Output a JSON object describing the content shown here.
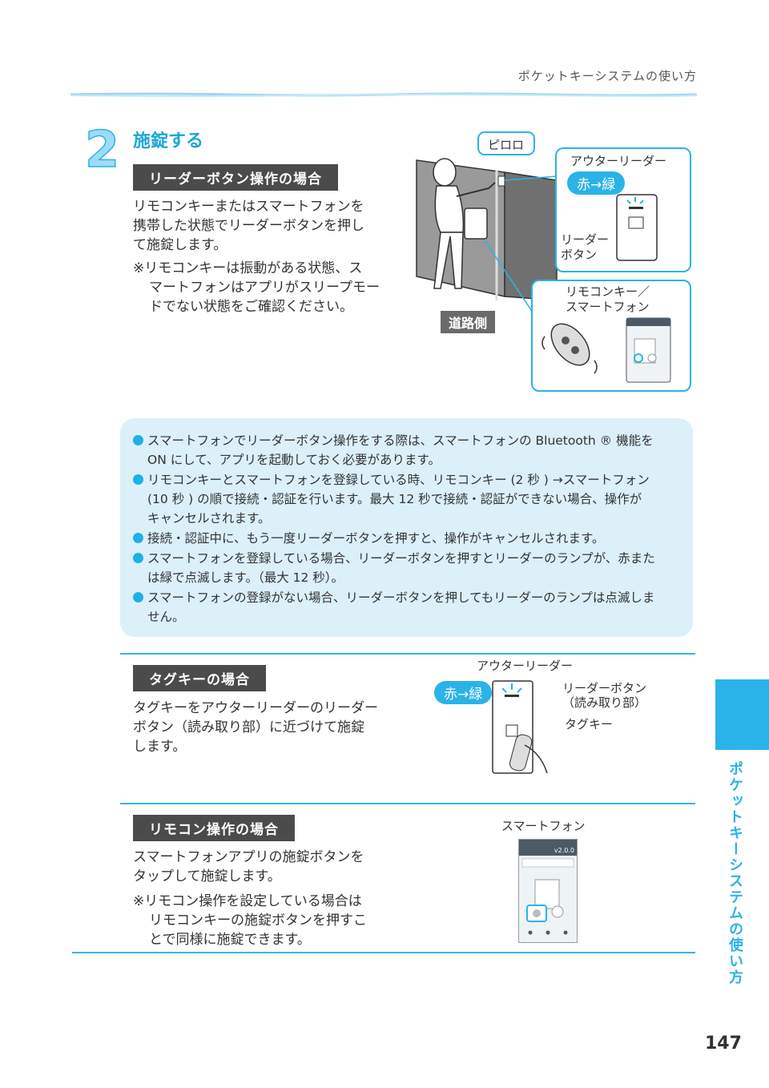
{
  "header": {
    "title": "ポケットキーシステムの使い方"
  },
  "step": {
    "number": "2",
    "title": "施錠する"
  },
  "section_reader": {
    "label": "リーダーボタン操作の場合",
    "body": [
      "リモコンキーまたはスマートフォンを",
      "携帯した状態でリーダーボタンを押し",
      "て施錠します。"
    ],
    "note": [
      "※リモコンキーは振動がある状態、ス",
      "マートフォンはアプリがスリープモー",
      "ドでない状態をご確認ください。"
    ]
  },
  "figure_top": {
    "sound": "ピロロ",
    "outer_reader": "アウターリーダー",
    "color_change": "赤→緑",
    "reader_button": [
      "リーダー",
      "ボタン"
    ],
    "remote_phone": [
      "リモコンキー／",
      "スマートフォン"
    ],
    "road_side": "道路側"
  },
  "info": {
    "items": [
      [
        "スマートフォンでリーダーボタン操作をする際は、スマートフォンの Bluetooth ® 機能を",
        "ON にして、アプリを起動しておく必要があります。"
      ],
      [
        "リモコンキーとスマートフォンを登録している時、リモコンキー (2 秒 ) →スマートフォン",
        "(10 秒 ) の順で接続・認証を行います。最大 12 秒で接続・認証ができない場合、操作が",
        "キャンセルされます。"
      ],
      [
        "接続・認証中に、もう一度リーダーボタンを押すと、操作がキャンセルされます。"
      ],
      [
        "スマートフォンを登録している場合、リーダーボタンを押すとリーダーのランプが、赤また",
        "は緑で点滅します。（最大 12 秒）。"
      ],
      [
        "スマートフォンの登録がない場合、リーダーボタンを押してもリーダーのランプは点滅しま",
        "せん。"
      ]
    ]
  },
  "section_tag": {
    "label": "タグキーの場合",
    "body": [
      "タグキーをアウターリーダーのリーダー",
      "ボタン（読み取り部）に近づけて施錠",
      "します。"
    ],
    "fig_outer_reader": "アウターリーダー",
    "fig_color_change": "赤→緑",
    "fig_reader_button": [
      "リーダーボタン",
      "（読み取り部）"
    ],
    "fig_tag_key": "タグキー"
  },
  "section_remote": {
    "label": "リモコン操作の場合",
    "body": [
      "スマートフォンアプリの施錠ボタンを",
      "タップして施錠します。"
    ],
    "note": [
      "※リモコン操作を設定している場合は",
      "リモコンキーの施錠ボタンを押すこ",
      "とで同様に施錠できます。"
    ],
    "fig_label": "スマートフォン",
    "phone_version": "v2.0.0"
  },
  "side_tab": {
    "label": "ポケットキーシステムの使い方"
  },
  "page_number": "147",
  "colors": {
    "accent": "#2ab3e8",
    "info_bg": "#dcf0fa",
    "label_bg": "#4b4b4b"
  }
}
